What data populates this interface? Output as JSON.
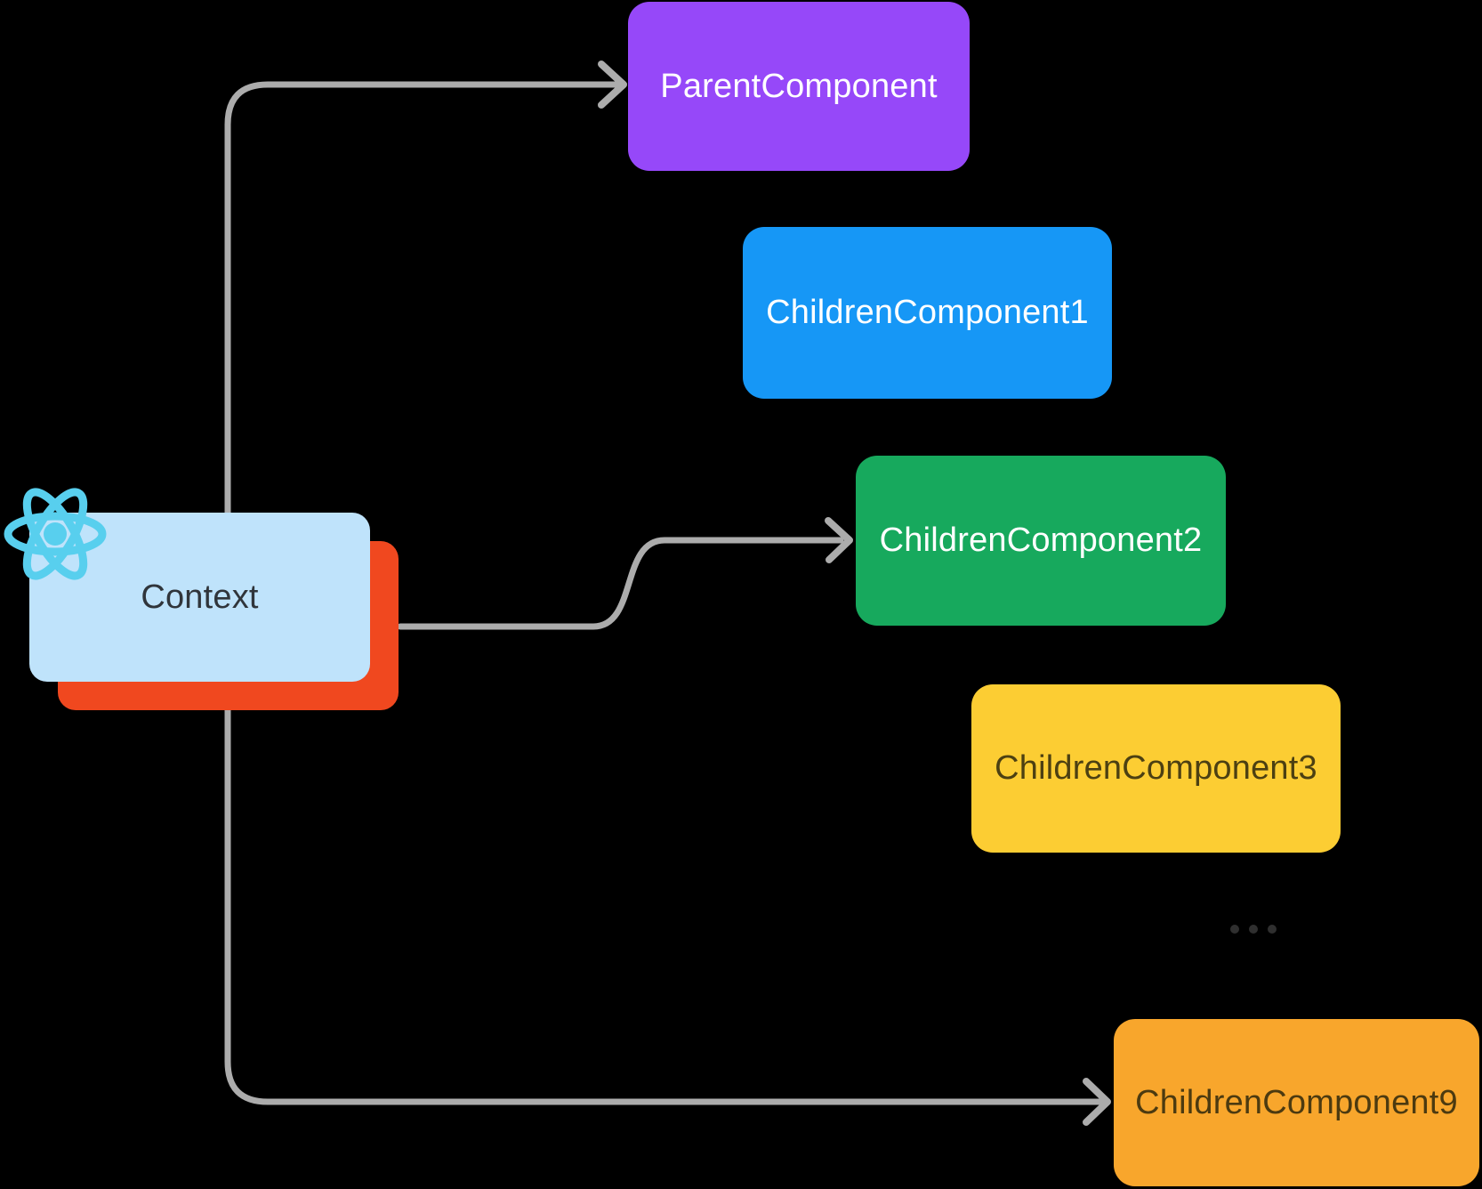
{
  "diagram": {
    "type": "react-context-flow",
    "description_visible_elements": "Context node linked by arrows to ParentComponent, ChildrenComponent2 and ChildrenComponent9"
  },
  "context_node": {
    "label": "Context",
    "bg": "#BFE3FB",
    "shadow_color": "#F0481F",
    "text_color": "#30353B"
  },
  "react_logo": {
    "color": "#58CFEE"
  },
  "arrows": {
    "color": "#ACACAC",
    "connections": [
      {
        "from": "Context",
        "to": "ParentComponent"
      },
      {
        "from": "Context",
        "to": "ChildrenComponent2"
      },
      {
        "from": "Context",
        "to": "ChildrenComponent9"
      }
    ]
  },
  "nodes": [
    {
      "label": "ParentComponent",
      "bg": "#9648F9",
      "text_color": "#FFFFFF"
    },
    {
      "label": "ChildrenComponent1",
      "bg": "#1697F6",
      "text_color": "#FFFFFF"
    },
    {
      "label": "ChildrenComponent2",
      "bg": "#17A95D",
      "text_color": "#FFFFFF"
    },
    {
      "label": "ChildrenComponent3",
      "bg": "#FCCD33",
      "text_color": "#4C4012"
    },
    {
      "label": "ChildrenComponent9",
      "bg": "#F8A62C",
      "text_color": "#4C3A10"
    }
  ],
  "ellipsis": {
    "dots": 3,
    "color": "#2F2F2F"
  }
}
